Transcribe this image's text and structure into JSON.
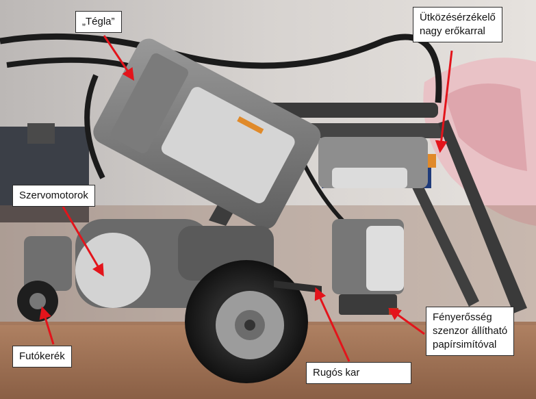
{
  "image": {
    "description": "Photo of a LEGO Mindstorms NXT robot on a desk with Hungarian part-callout labels and red arrows",
    "colors": {
      "arrow": "#e3141b",
      "label_bg": "#ffffff",
      "label_border": "#2b2b2b"
    }
  },
  "labels": {
    "brick": "„Tégla”",
    "touch_sensor": [
      "Ütközésérzékelő",
      "nagy erőkarral"
    ],
    "servo_motors": "Szervomotorok",
    "caster_wheel": "Futókerék",
    "spring_arm": "Rugós kar",
    "light_sensor": [
      "Fényerősség",
      "szenzor állítható",
      "papírsimítóval"
    ]
  }
}
